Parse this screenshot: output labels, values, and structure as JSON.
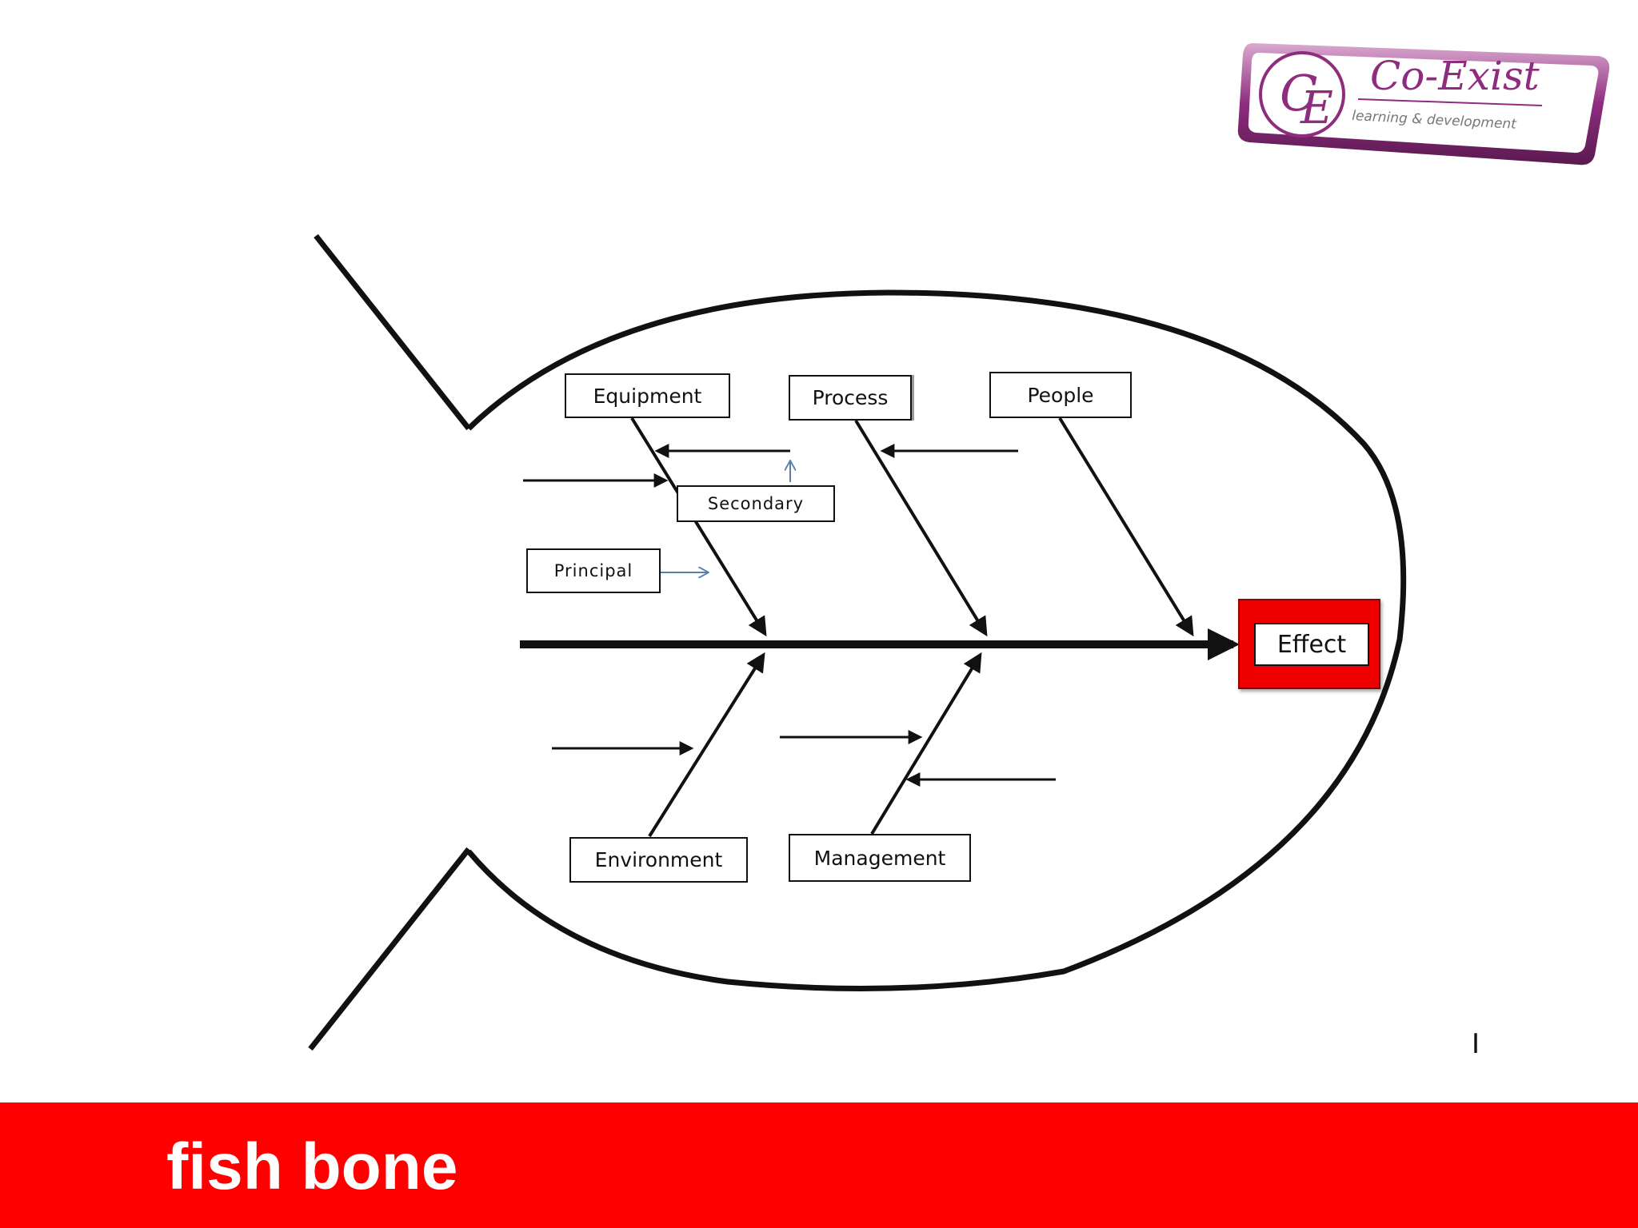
{
  "logo": {
    "monogram": "CE",
    "brand": "Co-Exist",
    "tagline": "learning & development",
    "colors": {
      "frame": "#8e2c7e",
      "accent": "#b04aa0"
    }
  },
  "diagram": {
    "causes_top": [
      {
        "label": "Equipment"
      },
      {
        "label": "Process"
      },
      {
        "label": "People"
      }
    ],
    "causes_bottom": [
      {
        "label": "Environment"
      },
      {
        "label": "Management"
      }
    ],
    "legend": {
      "secondary": "Secondary",
      "principal": "Principal"
    },
    "effect": "Effect",
    "colors": {
      "effect_frame": "#ee0000",
      "legend_arrow": "#5a7fa6",
      "line": "#111111"
    }
  },
  "page_number": "I",
  "footer": {
    "title": "fish bone",
    "background": "#fe0000"
  }
}
